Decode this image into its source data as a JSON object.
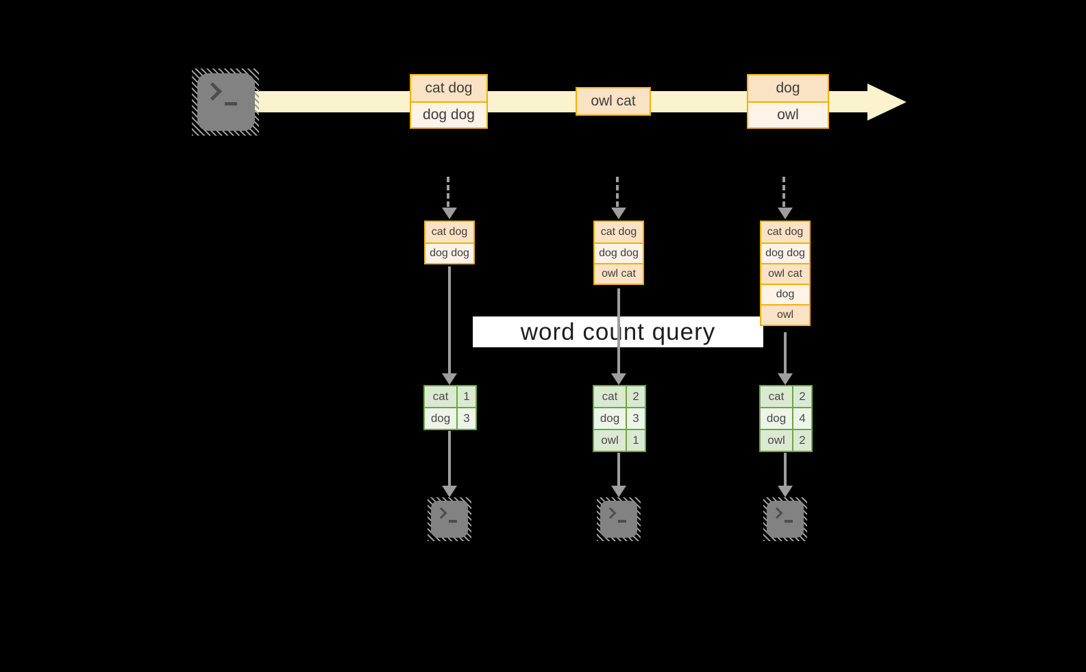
{
  "query_label": "word count query",
  "colors": {
    "background": "#000000",
    "orange_border": "#F2B100",
    "peach_fill": "#FAE2C4",
    "cream_fill": "#FDF3E6",
    "timeline_band": "#FBF2CE",
    "green_border": "#6BA743",
    "green_cell_dark": "#DCE9D2",
    "green_cell_light": "#EDF4E8",
    "arrow_gray": "#9E9E9E",
    "terminal_gray": "#828282"
  },
  "icons": {
    "source": "terminal-icon",
    "outputs": [
      "terminal-icon",
      "terminal-icon",
      "terminal-icon"
    ]
  },
  "timeline": {
    "batches": [
      {
        "lines": [
          "cat dog",
          "dog dog"
        ]
      },
      {
        "lines": [
          "owl cat"
        ]
      },
      {
        "lines": [
          "dog",
          "owl"
        ]
      }
    ]
  },
  "columns": [
    {
      "stack": [
        "cat dog",
        "dog dog"
      ],
      "counts": {
        "rows": [
          {
            "word": "cat",
            "count": "1"
          },
          {
            "word": "dog",
            "count": "3"
          }
        ]
      }
    },
    {
      "stack": [
        "cat dog",
        "dog dog",
        "owl cat"
      ],
      "counts": {
        "rows": [
          {
            "word": "cat",
            "count": "2"
          },
          {
            "word": "dog",
            "count": "3"
          },
          {
            "word": "owl",
            "count": "1"
          }
        ]
      }
    },
    {
      "stack": [
        "cat dog",
        "dog dog",
        "owl cat",
        "dog",
        "owl"
      ],
      "counts": {
        "rows": [
          {
            "word": "cat",
            "count": "2"
          },
          {
            "word": "dog",
            "count": "4"
          },
          {
            "word": "owl",
            "count": "2"
          }
        ]
      }
    }
  ]
}
